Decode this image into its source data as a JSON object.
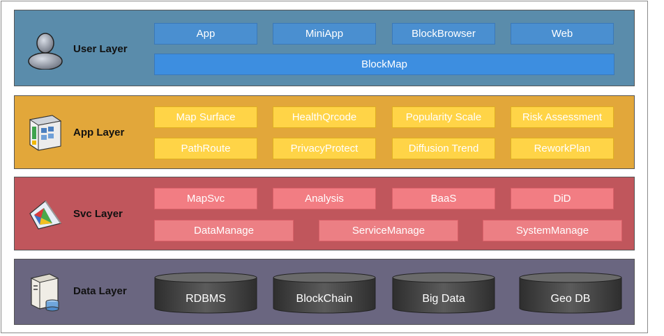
{
  "layers": {
    "user": {
      "label": "User Layer",
      "icon": "user-icon",
      "items": [
        "App",
        "MiniApp",
        "BlockBrowser",
        "Web"
      ],
      "wide_item": "BlockMap"
    },
    "app": {
      "label": "App Layer",
      "icon": "application-window-icon",
      "row1": [
        "Map Surface",
        "HealthQrcode",
        "Popularity Scale",
        "Risk Assessment"
      ],
      "row2": [
        "PathRoute",
        "PrivacyProtect",
        "Diffusion Trend",
        "ReworkPlan"
      ]
    },
    "svc": {
      "label": "Svc Layer",
      "icon": "service-prism-icon",
      "row1": [
        "MapSvc",
        "Analysis",
        "BaaS",
        "DiD"
      ],
      "row2": [
        "DataManage",
        "ServiceManage",
        "SystemManage"
      ]
    },
    "data": {
      "label": "Data Layer",
      "icon": "database-server-icon",
      "stores": [
        "RDBMS",
        "BlockChain",
        "Big Data",
        "Geo DB"
      ]
    }
  },
  "colors": {
    "user_layer": "#5a8cab",
    "app_layer": "#e2a73a",
    "svc_layer": "#c0565c",
    "data_layer": "#6a6680",
    "user_box": "#4a8fd0",
    "app_box": "#ffd447",
    "svc_box": "#f27d83",
    "db_cylinder": "#4a4a4a"
  }
}
